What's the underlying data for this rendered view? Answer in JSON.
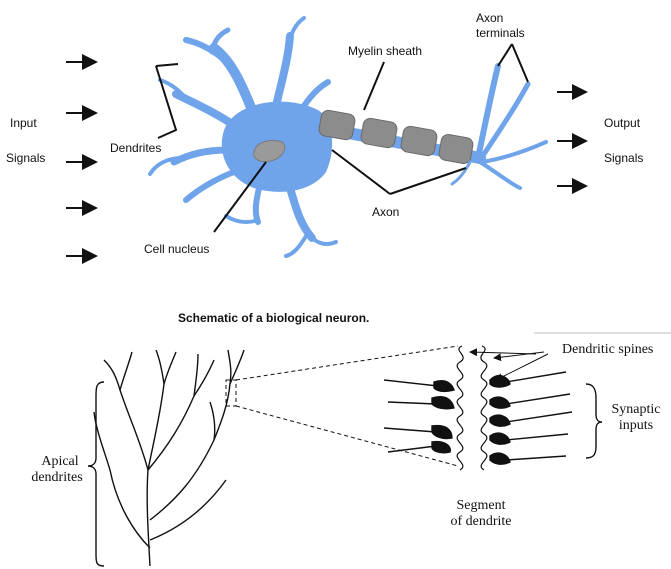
{
  "top_diagram": {
    "labels": {
      "input": "Input",
      "signals_left": "Signals",
      "dendrites": "Dendrites",
      "cell_nucleus": "Cell nucleus",
      "myelin_sheath": "Myelin sheath",
      "axon": "Axon",
      "axon_terminals_1": "Axon",
      "axon_terminals_2": "terminals",
      "output": "Output",
      "signals_right": "Signals"
    },
    "caption": "Schematic of a biological neuron.",
    "colors": {
      "neuron_fill": "#6fa3ea",
      "myelin_fill": "#8c8c8c",
      "nucleus_fill": "#9a9a9a",
      "ink": "#111111"
    }
  },
  "bottom_diagram": {
    "labels": {
      "apical_1": "Apical",
      "apical_2": "dendrites",
      "dendritic_spines": "Dendritic spines",
      "synaptic_1": "Synaptic",
      "synaptic_2": "inputs",
      "segment_1": "Segment",
      "segment_2": "of dendrite"
    }
  }
}
